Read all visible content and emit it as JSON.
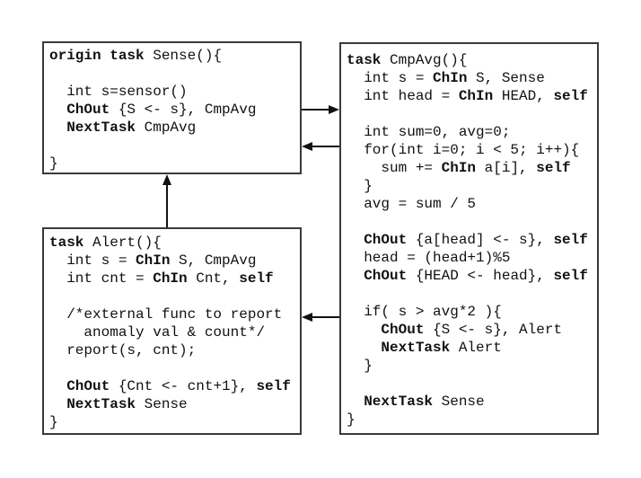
{
  "page": {
    "background": "#ffffff",
    "text_color": "#111111",
    "border_color": "#3a3a3a"
  },
  "boxes": [
    {
      "name": "sense-task-box",
      "task": "Sense",
      "lines": [
        [
          [
            1,
            "origin task"
          ],
          [
            0,
            " Sense(){"
          ]
        ],
        [],
        [
          [
            0,
            "  int s=sensor()"
          ]
        ],
        [
          [
            0,
            "  "
          ],
          [
            1,
            "ChOut"
          ],
          [
            0,
            " {S <- s}, CmpAvg"
          ]
        ],
        [
          [
            0,
            "  "
          ],
          [
            1,
            "NextTask"
          ],
          [
            0,
            " CmpAvg"
          ]
        ],
        [],
        [
          [
            0,
            "}"
          ]
        ]
      ]
    },
    {
      "name": "alert-task-box",
      "task": "Alert",
      "lines": [
        [
          [
            1,
            "task"
          ],
          [
            0,
            " Alert(){"
          ]
        ],
        [
          [
            0,
            "  int s = "
          ],
          [
            1,
            "ChIn"
          ],
          [
            0,
            " S, CmpAvg"
          ]
        ],
        [
          [
            0,
            "  int cnt = "
          ],
          [
            1,
            "ChIn"
          ],
          [
            0,
            " Cnt, "
          ],
          [
            1,
            "self"
          ]
        ],
        [],
        [
          [
            0,
            "  /*external func to report"
          ]
        ],
        [
          [
            0,
            "    anomaly val & count*/"
          ]
        ],
        [
          [
            0,
            "  report(s, cnt);"
          ]
        ],
        [],
        [
          [
            0,
            "  "
          ],
          [
            1,
            "ChOut"
          ],
          [
            0,
            " {Cnt <- cnt+1}, "
          ],
          [
            1,
            "self"
          ]
        ],
        [
          [
            0,
            "  "
          ],
          [
            1,
            "NextTask"
          ],
          [
            0,
            " Sense"
          ]
        ],
        [
          [
            0,
            "}"
          ]
        ]
      ]
    },
    {
      "name": "cmpavg-task-box",
      "task": "CmpAvg",
      "lines": [
        [
          [
            1,
            "task"
          ],
          [
            0,
            " CmpAvg(){"
          ]
        ],
        [
          [
            0,
            "  int s = "
          ],
          [
            1,
            "ChIn"
          ],
          [
            0,
            " S, Sense"
          ]
        ],
        [
          [
            0,
            "  int head = "
          ],
          [
            1,
            "ChIn"
          ],
          [
            0,
            " HEAD, "
          ],
          [
            1,
            "self"
          ]
        ],
        [],
        [
          [
            0,
            "  int sum=0, avg=0;"
          ]
        ],
        [
          [
            0,
            "  for(int i=0; i < 5; i++){"
          ]
        ],
        [
          [
            0,
            "    sum += "
          ],
          [
            1,
            "ChIn"
          ],
          [
            0,
            " a[i], "
          ],
          [
            1,
            "self"
          ]
        ],
        [
          [
            0,
            "  }"
          ]
        ],
        [
          [
            0,
            "  avg = sum / 5"
          ]
        ],
        [],
        [
          [
            0,
            "  "
          ],
          [
            1,
            "ChOut"
          ],
          [
            0,
            " {a[head] <- s}, "
          ],
          [
            1,
            "self"
          ]
        ],
        [
          [
            0,
            "  head = (head+1)%5"
          ]
        ],
        [
          [
            0,
            "  "
          ],
          [
            1,
            "ChOut"
          ],
          [
            0,
            " {HEAD <- head}, "
          ],
          [
            1,
            "self"
          ]
        ],
        [],
        [
          [
            0,
            "  if( s > avg*2 ){"
          ]
        ],
        [
          [
            0,
            "    "
          ],
          [
            1,
            "ChOut"
          ],
          [
            0,
            " {S <- s}, Alert"
          ]
        ],
        [
          [
            0,
            "    "
          ],
          [
            1,
            "NextTask"
          ],
          [
            0,
            " Alert"
          ]
        ],
        [
          [
            0,
            "  }"
          ]
        ],
        [],
        [
          [
            0,
            "  "
          ],
          [
            1,
            "NextTask"
          ],
          [
            0,
            " Sense"
          ]
        ],
        [
          [
            0,
            "}"
          ]
        ]
      ]
    }
  ],
  "arrows": [
    {
      "name": "arrow-sense-to-cmpavg",
      "direction": "right"
    },
    {
      "name": "arrow-cmpavg-to-sense",
      "direction": "left"
    },
    {
      "name": "arrow-alert-to-sense",
      "direction": "up"
    },
    {
      "name": "arrow-cmpavg-to-alert",
      "direction": "left"
    }
  ]
}
